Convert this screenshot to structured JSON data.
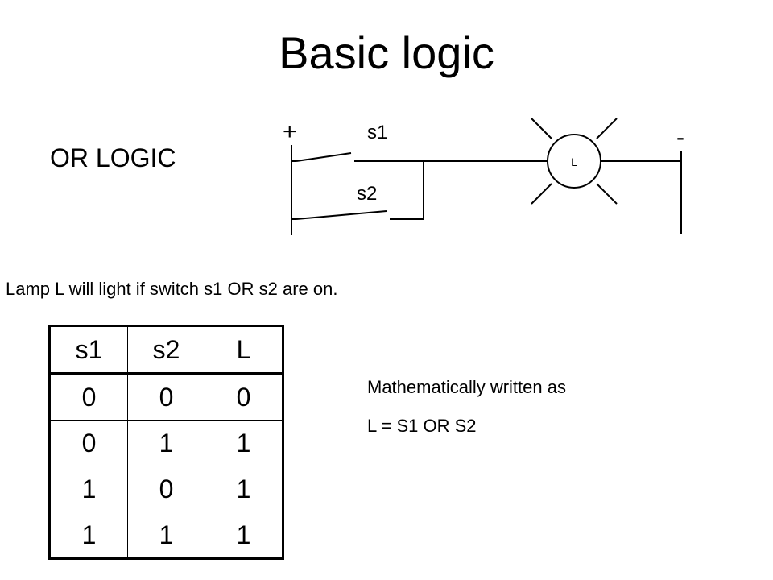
{
  "title": "Basic logic",
  "heading": "OR LOGIC",
  "circuit": {
    "positive_terminal": "+",
    "negative_terminal": "-",
    "switch_1": "s1",
    "switch_2": "s2",
    "lamp": "L"
  },
  "description": "Lamp L will light if switch s1 OR s2 are on.",
  "truth_table": {
    "headers": [
      "s1",
      "s2",
      "L"
    ],
    "rows": [
      [
        "0",
        "0",
        "0"
      ],
      [
        "0",
        "1",
        "1"
      ],
      [
        "1",
        "0",
        "1"
      ],
      [
        "1",
        "1",
        "1"
      ]
    ]
  },
  "formula_intro": "Mathematically written as",
  "formula": "L = S1 OR S2"
}
